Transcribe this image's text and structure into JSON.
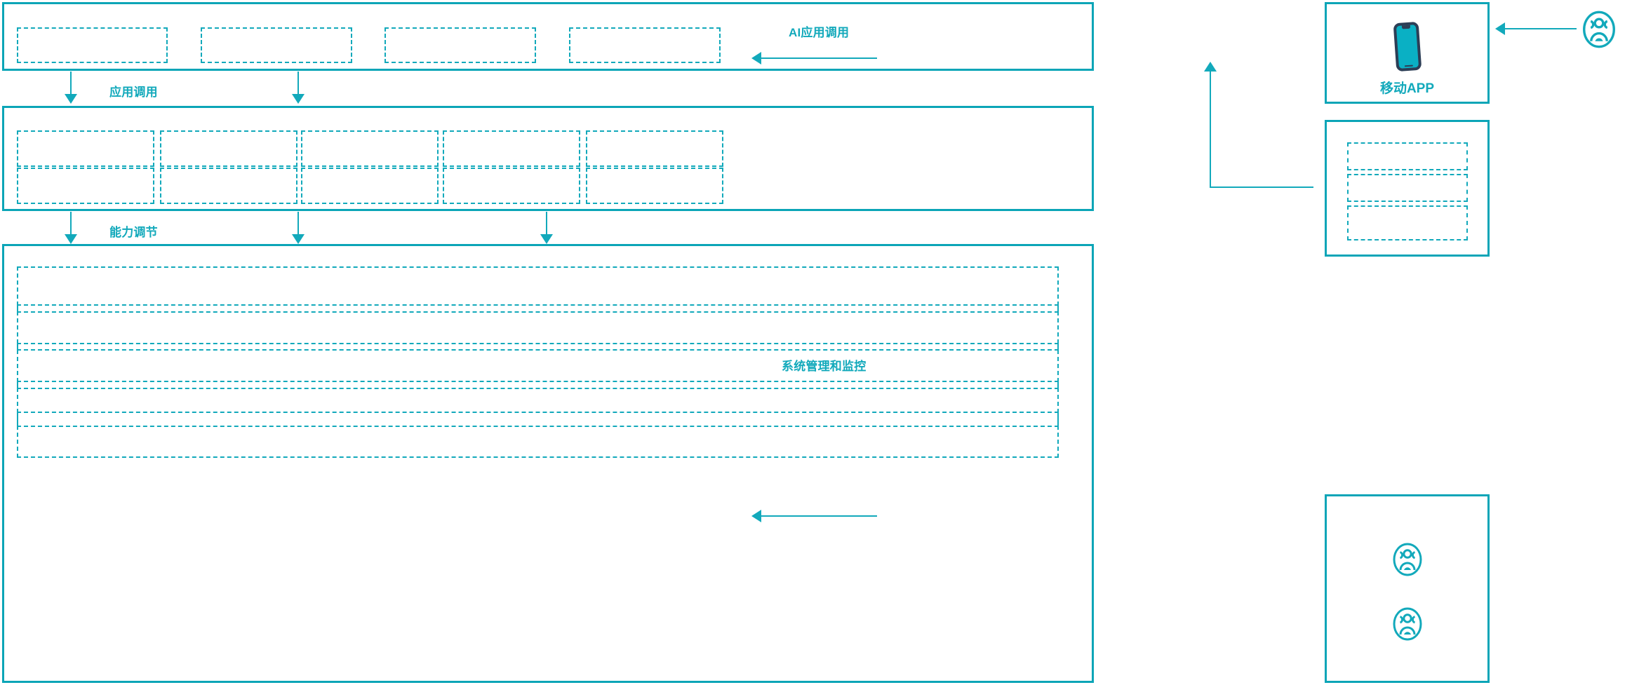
{
  "colors": {
    "accent": "#12a9bb",
    "accent_border": "#0ba5b7",
    "phone_frame": "#2c3e56",
    "phone_screen": "#0ab0c4",
    "background": "#ffffff"
  },
  "diagram": {
    "type": "layered-architecture",
    "layers": [
      {
        "id": "application-layer",
        "name": "application-layer",
        "rows": 1,
        "columns": 4,
        "cells": [
          {
            "label": ""
          },
          {
            "label": ""
          },
          {
            "label": ""
          },
          {
            "label": ""
          }
        ]
      },
      {
        "id": "capability-layer",
        "name": "capability-layer",
        "rows": 2,
        "columns": 5,
        "cells": [
          {
            "label": ""
          },
          {
            "label": ""
          },
          {
            "label": ""
          },
          {
            "label": ""
          },
          {
            "label": ""
          },
          {
            "label": ""
          },
          {
            "label": ""
          },
          {
            "label": ""
          },
          {
            "label": ""
          },
          {
            "label": ""
          }
        ]
      },
      {
        "id": "platform-layer",
        "name": "platform-layer",
        "rows": 5,
        "columns": 1,
        "cells": [
          {
            "label": ""
          },
          {
            "label": ""
          },
          {
            "label": ""
          },
          {
            "label": ""
          },
          {
            "label": ""
          }
        ]
      }
    ],
    "connector_labels": [
      {
        "id": "app-invoke",
        "text": "应用调用"
      },
      {
        "id": "capability-adjust",
        "text": "能力调节"
      },
      {
        "id": "ai-app-invoke",
        "text": "AI应用调用"
      },
      {
        "id": "system-admin-monitor",
        "text": "系统管理和监控"
      }
    ],
    "side_panels": [
      {
        "id": "mobile-app-panel",
        "title": "移动APP",
        "icon": "smartphone-icon"
      },
      {
        "id": "secondary-panel",
        "title": "",
        "rows": 3,
        "cells": [
          {
            "label": ""
          },
          {
            "label": ""
          },
          {
            "label": ""
          }
        ]
      },
      {
        "id": "users-panel",
        "title": "",
        "icons": [
          "users-group-icon",
          "users-group-icon"
        ]
      }
    ],
    "external_actor": {
      "id": "external-user",
      "icon": "users-group-icon",
      "label": ""
    }
  }
}
